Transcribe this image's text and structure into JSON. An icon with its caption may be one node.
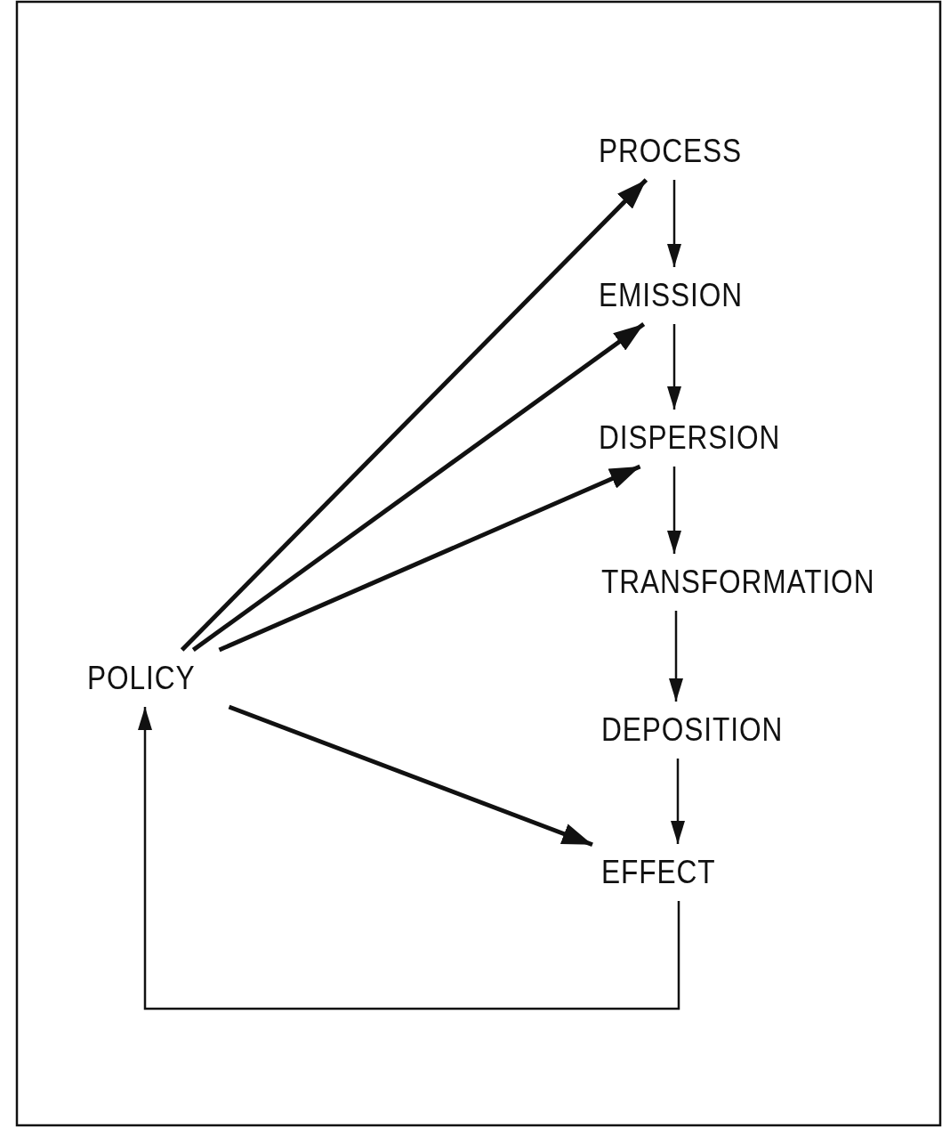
{
  "diagram": {
    "nodes": [
      {
        "text": [
          "POLICY"
        ]
      },
      {
        "text": [
          "PROCESS"
        ]
      },
      {
        "text": [
          "EMISSION"
        ]
      },
      {
        "text": [
          "DISPERSION"
        ]
      },
      {
        "text": [
          "TRANSFORMATION"
        ]
      },
      {
        "text": [
          "DEPOSITION"
        ]
      },
      {
        "text": [
          "EFFECT"
        ]
      }
    ],
    "edges": [
      {
        "from": 0,
        "to": 1,
        "arrow": "to",
        "style": "thick"
      },
      {
        "from": 0,
        "to": 2,
        "arrow": "to",
        "style": "thick"
      },
      {
        "from": 0,
        "to": 3,
        "arrow": "to",
        "style": "thick"
      },
      {
        "from": 0,
        "to": 6,
        "arrow": "to",
        "style": "thick"
      },
      {
        "from": 1,
        "to": 2,
        "arrow": "to"
      },
      {
        "from": 2,
        "to": 3,
        "arrow": "to"
      },
      {
        "from": 3,
        "to": 4,
        "arrow": "to"
      },
      {
        "from": 4,
        "to": 5,
        "arrow": "to"
      },
      {
        "from": 5,
        "to": 6,
        "arrow": "to"
      },
      {
        "from": 6,
        "to": 0,
        "arrow": "to"
      }
    ]
  }
}
